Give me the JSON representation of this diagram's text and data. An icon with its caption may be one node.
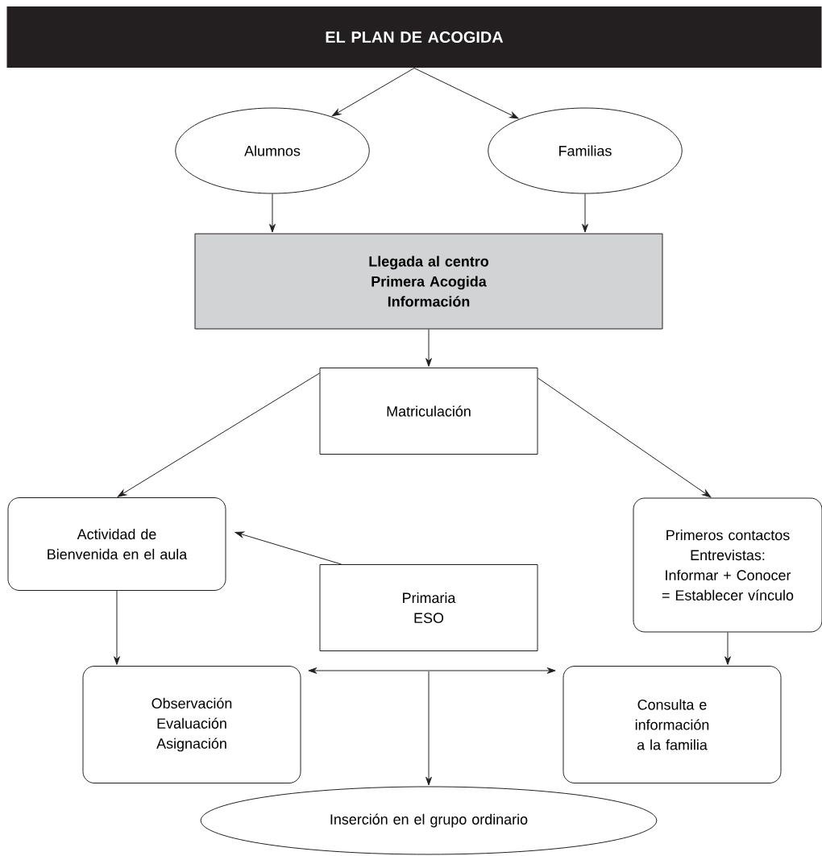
{
  "diagram": {
    "nodes": [
      {
        "text": [
          "EL PLAN DE ACOGIDA"
        ]
      },
      {
        "text": [
          "Alumnos"
        ]
      },
      {
        "text": [
          "Familias"
        ]
      },
      {
        "text": [
          "Llegada al centro",
          "Primera Acogida",
          "Información"
        ]
      },
      {
        "text": [
          "Matriculación"
        ]
      },
      {
        "text": [
          "Actividad de Bienvenida en el aula"
        ]
      },
      {
        "text": [
          "Primeros contactos",
          "Entrevistas:",
          "Informar + Conocer = Establecer vínculo"
        ]
      },
      {
        "text": [
          "Primaria",
          "ESO"
        ]
      },
      {
        "text": [
          "Observación",
          "Evaluación",
          "Asignación"
        ]
      },
      {
        "text": [
          "Consulta e información a la familia"
        ]
      },
      {
        "text": [
          "Inserción en el grupo ordinario"
        ]
      }
    ],
    "edges": [
      {
        "from": 0,
        "to": 1,
        "arrow": "to"
      },
      {
        "from": 0,
        "to": 2,
        "arrow": "to"
      },
      {
        "from": 1,
        "to": 3,
        "arrow": "to"
      },
      {
        "from": 2,
        "to": 3,
        "arrow": "to"
      },
      {
        "from": 3,
        "to": 4,
        "arrow": "to"
      },
      {
        "from": 4,
        "to": 5,
        "arrow": "to"
      },
      {
        "from": 4,
        "to": 6,
        "arrow": "to"
      },
      {
        "from": 7,
        "to": 5,
        "arrow": "to"
      },
      {
        "from": 5,
        "to": 8,
        "arrow": "to"
      },
      {
        "from": 6,
        "to": 9,
        "arrow": "to"
      },
      {
        "from": 8,
        "to": 9,
        "arrow": "both"
      },
      {
        "from": null,
        "to": 10,
        "arrow": "to"
      }
    ]
  }
}
